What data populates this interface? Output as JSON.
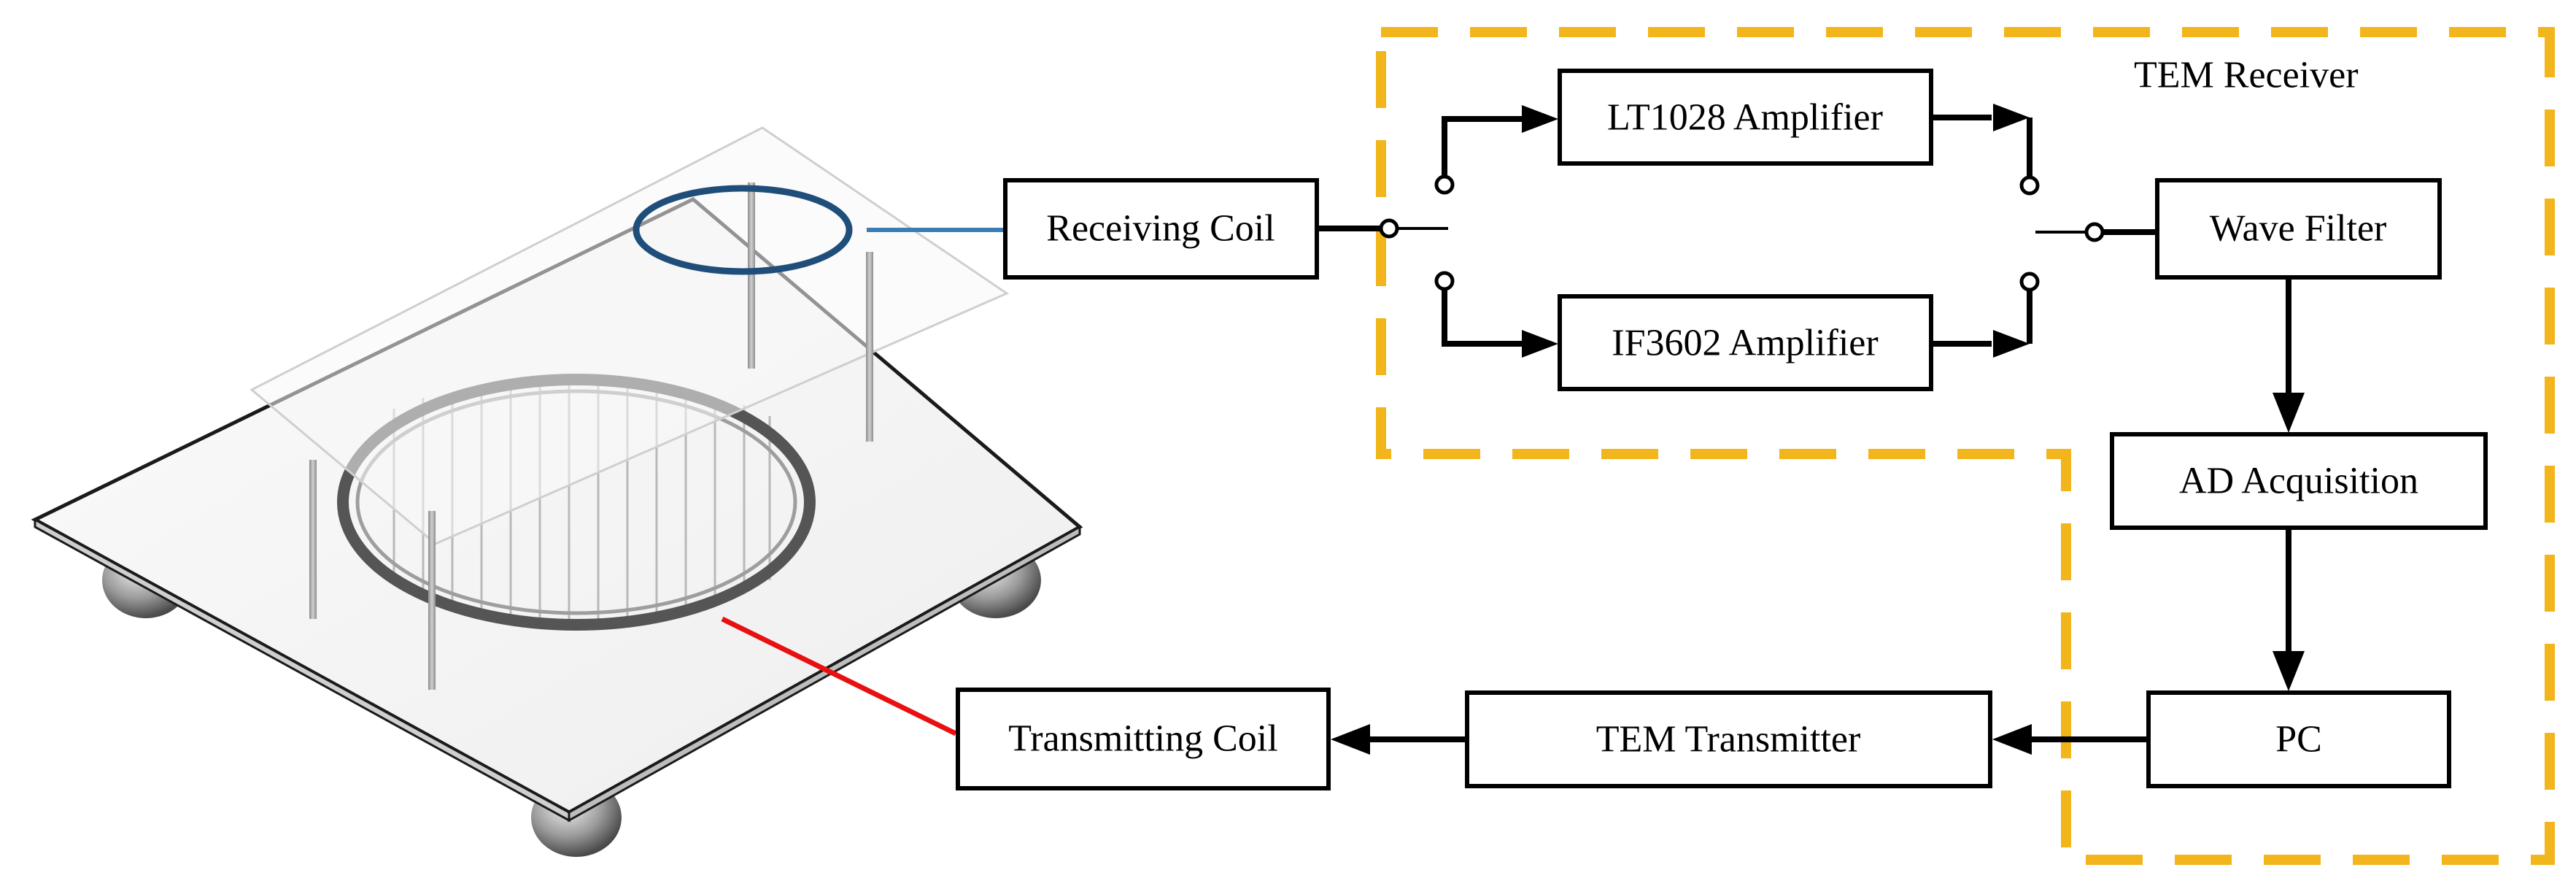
{
  "receiver_region": {
    "title": "TEM Receiver",
    "border_color": "#F2B51B"
  },
  "blocks": {
    "receiving_coil": "Receiving Coil",
    "lt1028_amplifier": "LT1028 Amplifier",
    "if3602_amplifier": "IF3602 Amplifier",
    "wave_filter": "Wave Filter",
    "ad_acquisition": "AD Acquisition",
    "pc": "PC",
    "tem_transmitter": "TEM Transmitter",
    "transmitting_coil": "Transmitting Coil"
  },
  "leader_colors": {
    "receiving_coil": "#3A7DB5",
    "transmitting_coil": "#E81010",
    "receiving_loop": "#1F4E7A"
  }
}
